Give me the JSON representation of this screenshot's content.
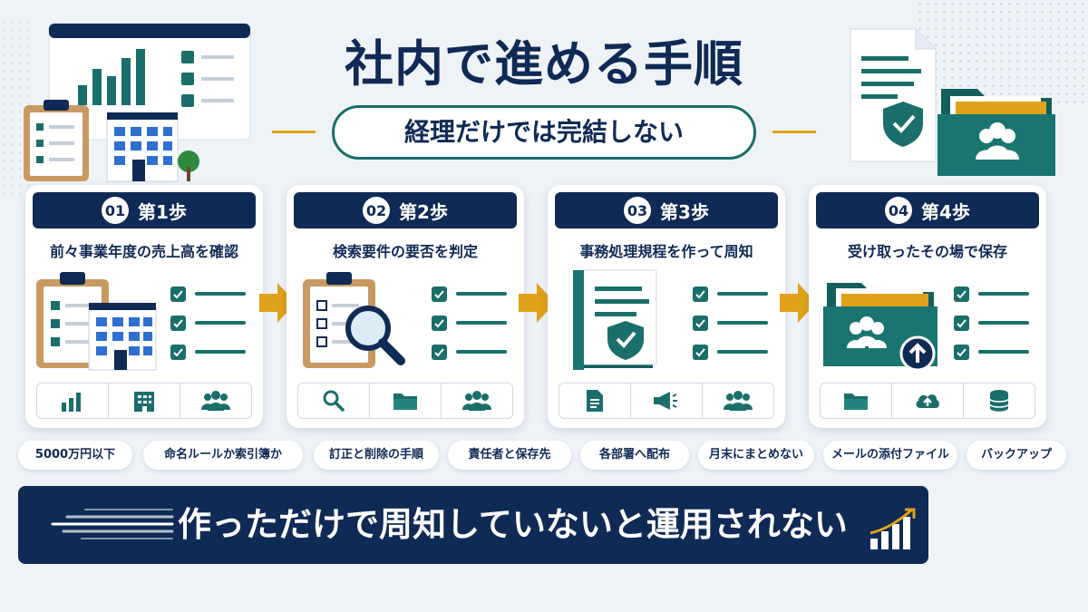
{
  "header": {
    "title": "社内で進める手順",
    "subtitle": "経理だけでは完結しない"
  },
  "steps": [
    {
      "number": "01",
      "label": "第1歩",
      "description": "前々事業年度の売上高を確認",
      "icons": [
        "bar-chart-icon",
        "building-icon",
        "people-icon"
      ]
    },
    {
      "number": "02",
      "label": "第2歩",
      "description": "検索要件の要否を判定",
      "icons": [
        "search-icon",
        "folder-icon",
        "people-icon"
      ]
    },
    {
      "number": "03",
      "label": "第3歩",
      "description": "事務処理規程を作って周知",
      "icons": [
        "document-icon",
        "megaphone-icon",
        "people-icon"
      ]
    },
    {
      "number": "04",
      "label": "第4歩",
      "description": "受け取ったその場で保存",
      "icons": [
        "folder-icon",
        "cloud-upload-icon",
        "database-icon"
      ]
    }
  ],
  "tags": [
    "5000万円以下",
    "命名ルールか索引簿か",
    "訂正と削除の手順",
    "責任者と保存先",
    "各部署へ配布",
    "月末にまとめない",
    "メールの添付ファイル",
    "バックアップ"
  ],
  "banner": {
    "text": "作っただけで周知していないと運用されない"
  },
  "colors": {
    "navy": "#0f2a55",
    "teal": "#1a6e6b",
    "gold": "#e0a21a",
    "background": "#eef3f8"
  }
}
